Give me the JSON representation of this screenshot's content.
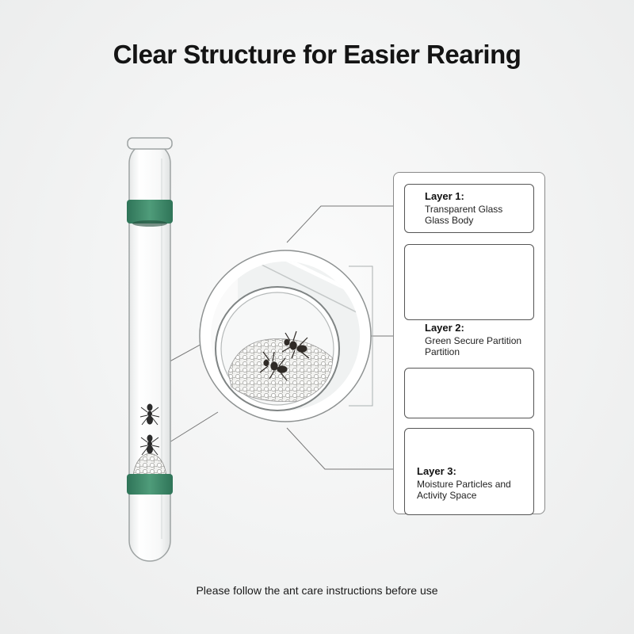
{
  "title": "Clear Structure for Easier Rearing",
  "footer": "Please follow the ant care instructions before use",
  "layers": [
    {
      "heading": "Layer 1:",
      "lines": [
        "Transparent Glass",
        "Glass Body"
      ]
    },
    {
      "heading": "Layer 2:",
      "lines": [
        "Green Secure Partition",
        "Partition"
      ]
    },
    {
      "heading": "Layer 3:",
      "lines": [
        "Moisture Particles and",
        "Activity Space"
      ]
    }
  ],
  "colors": {
    "accent_green": "#3f8a6a",
    "outline": "#555555"
  }
}
